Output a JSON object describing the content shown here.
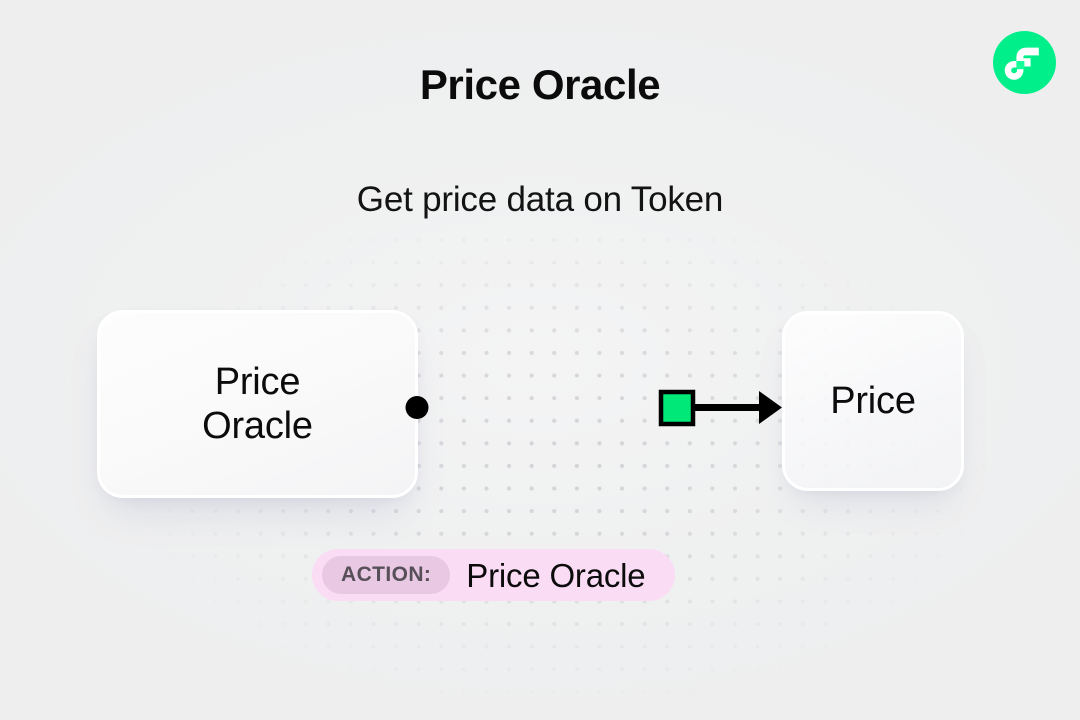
{
  "header": {
    "title": "Price Oracle",
    "subtitle": "Get price data on Token",
    "logo_name": "flow-logo",
    "logo_color": "#00ef8b"
  },
  "diagram": {
    "source_node": {
      "label": "Price\nOracle",
      "name": "price-oracle"
    },
    "target_node": {
      "label": "Price",
      "name": "price"
    },
    "connector": {
      "start_marker": "dot",
      "end_marker": "arrowhead",
      "midpoint_marker": "square",
      "midpoint_color": "#00e878",
      "line_color": "#000000"
    }
  },
  "action_badge": {
    "chip_label": "ACTION:",
    "value": "Price Oracle",
    "background": "#fbdcf5",
    "chip_background": "#e9c8e4"
  },
  "theme": {
    "page_background": "#f0f0f0",
    "dot_color": "#cfcfd4",
    "text_color": "#0b0b0b"
  }
}
